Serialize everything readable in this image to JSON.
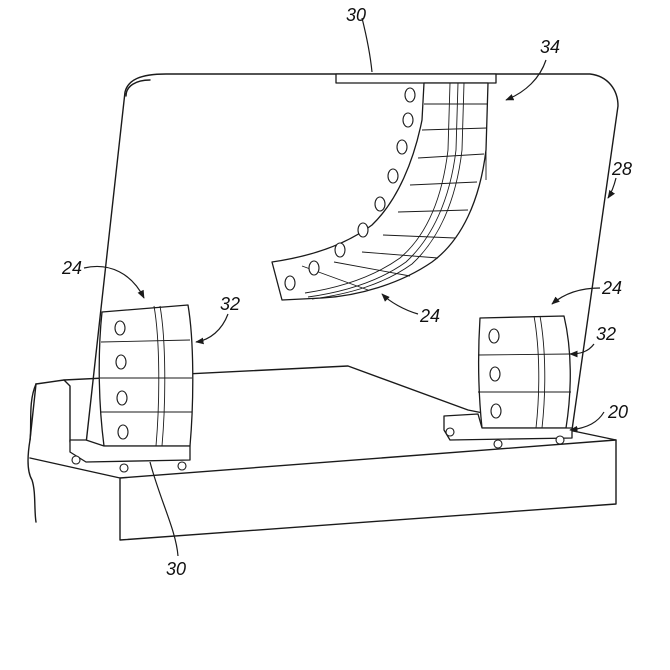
{
  "labels": {
    "truss_plate_top": "30",
    "center_arrow": "34",
    "frame": "28",
    "left_cabinet_group": "24",
    "left_side": "32",
    "center_array": "24",
    "right_cabinet_group": "24",
    "right_side": "32",
    "right_dolly": "20",
    "left_dolly_base": "30"
  }
}
